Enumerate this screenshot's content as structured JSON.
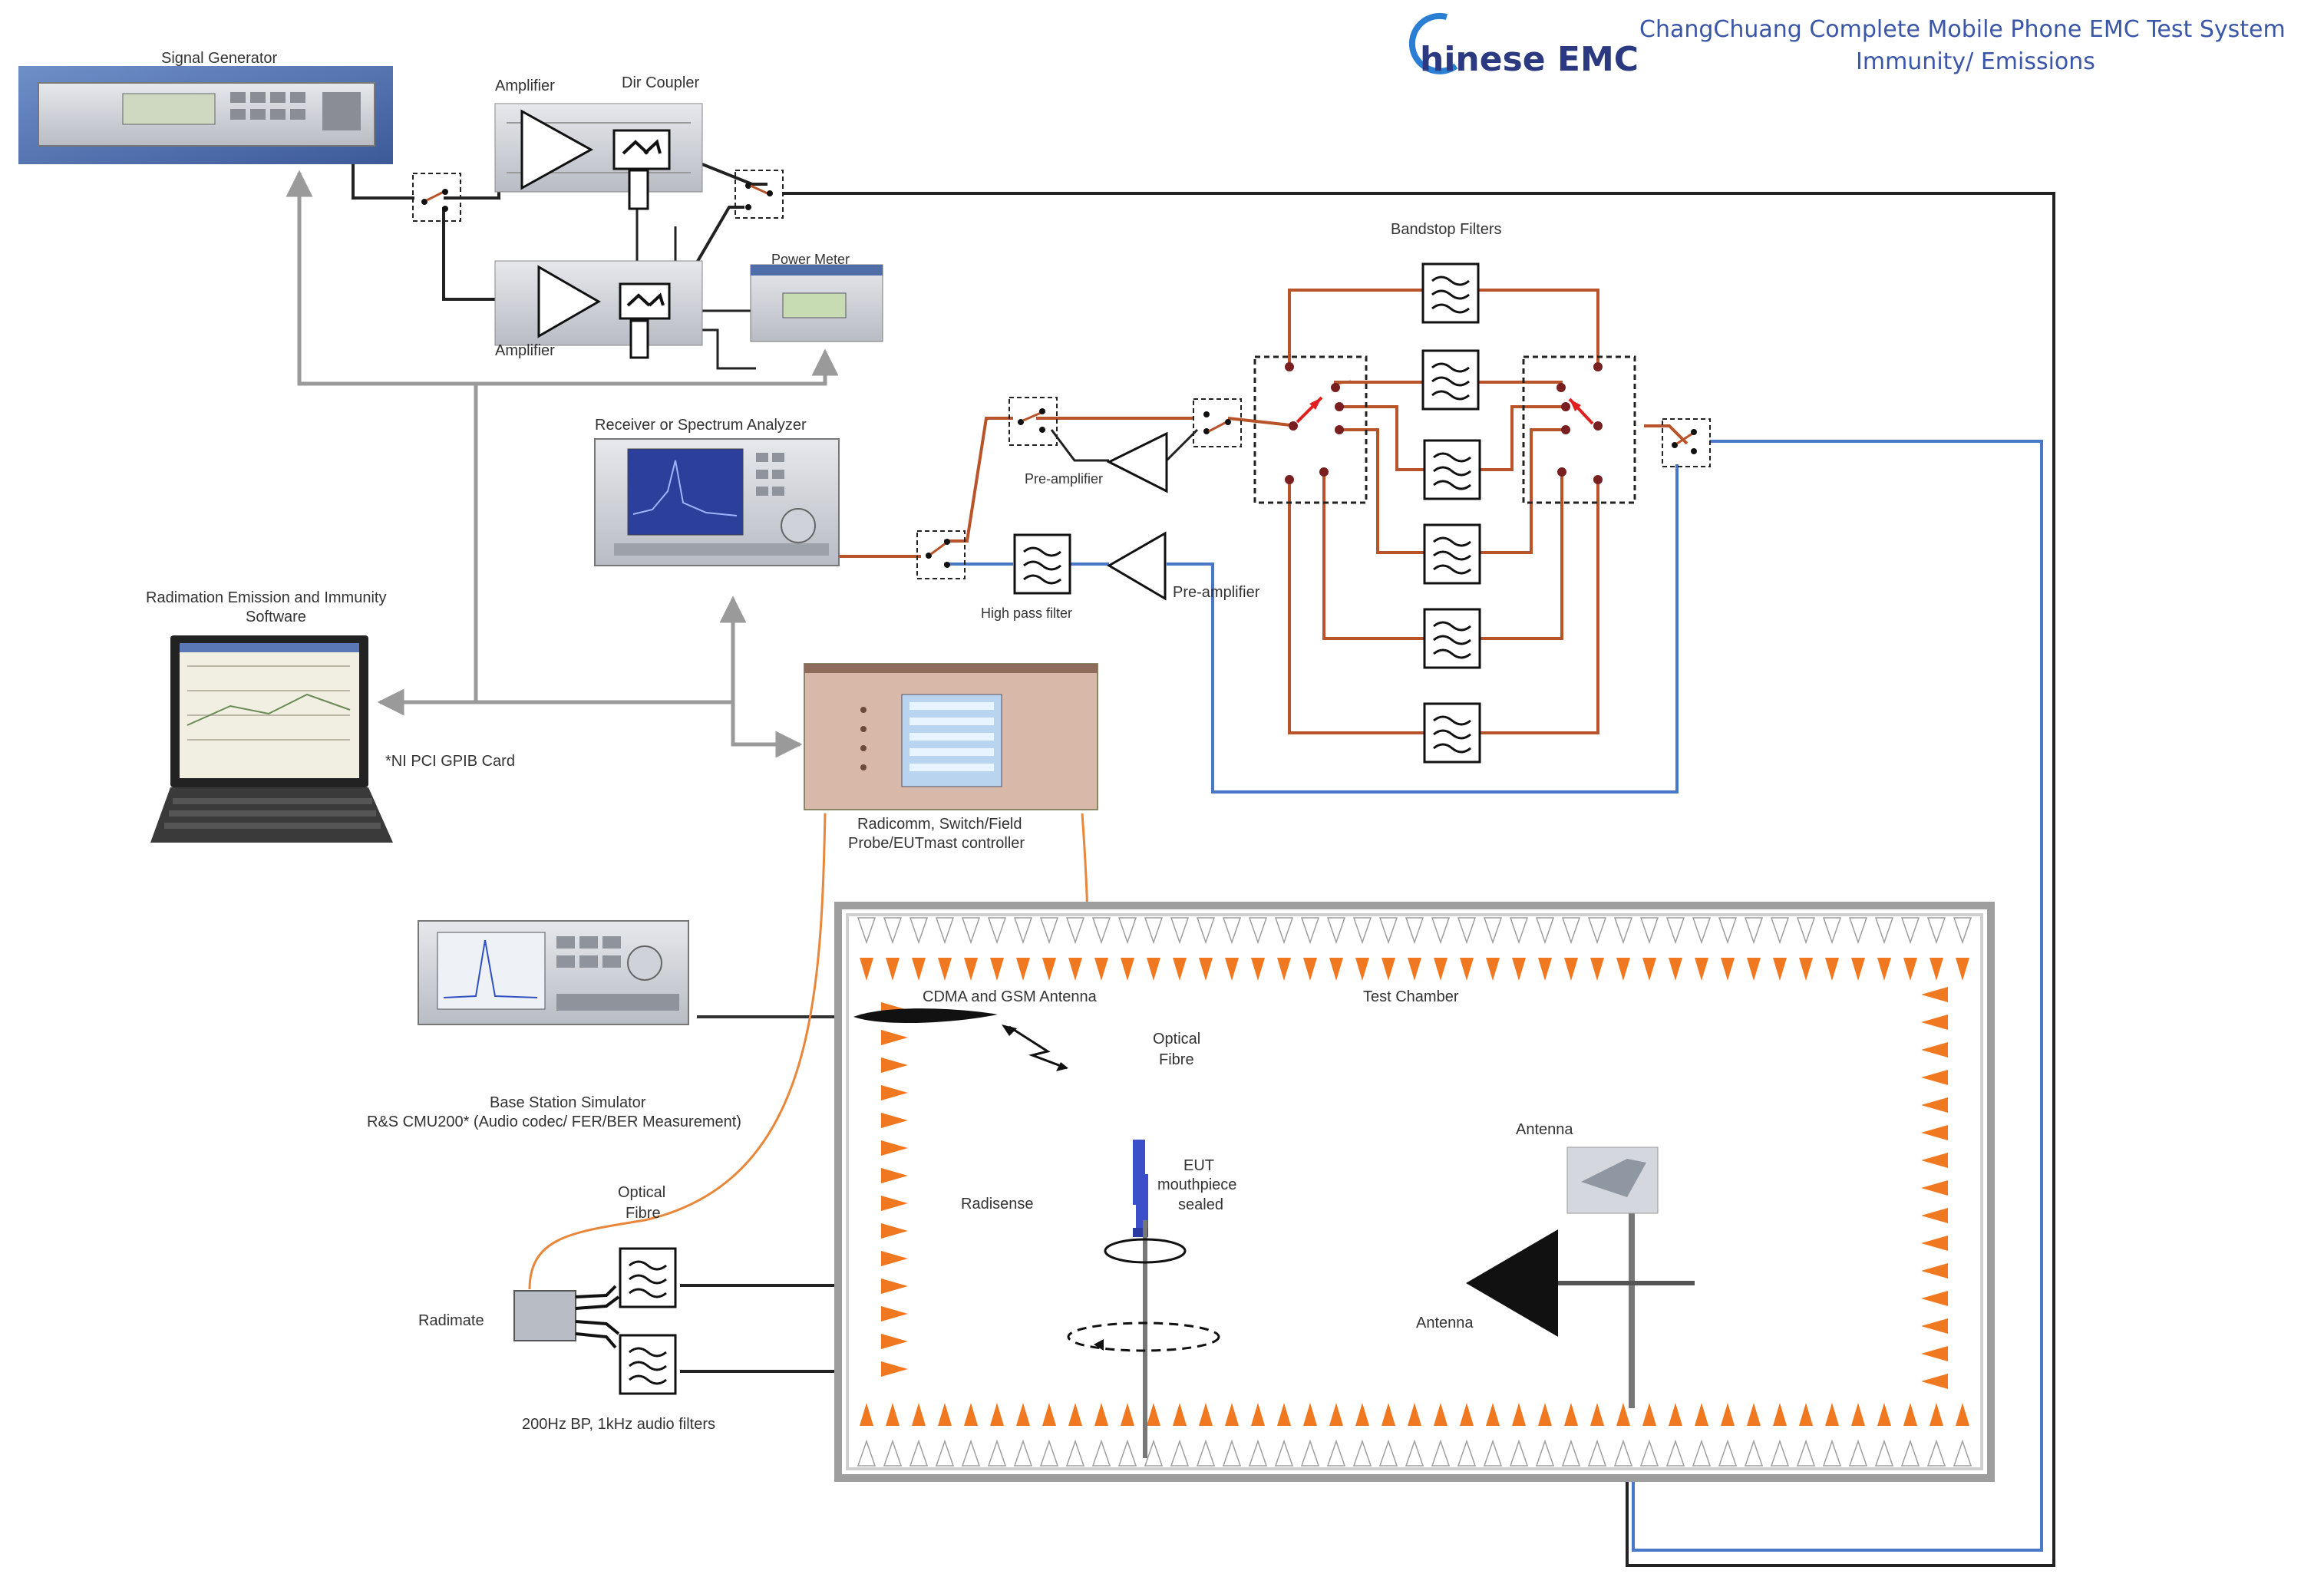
{
  "header": {
    "logo_text": "hinese EMC",
    "title_line1": "ChangChuang Complete Mobile Phone EMC Test System",
    "title_line2": "Immunity/ Emissions"
  },
  "labels": {
    "signal_generator": "Signal Generator",
    "amplifier_top": "Amplifier",
    "dir_coupler": "Dir Coupler",
    "amplifier_bottom": "Amplifier",
    "power_meter": "Power Meter",
    "bandstop_filters": "Bandstop Filters",
    "receiver": "Receiver or Spectrum Analyzer",
    "pre_amplifier_1": "Pre-amplifier",
    "pre_amplifier_2": "Pre-amplifier",
    "high_pass_filter": "High pass filter",
    "software_line1": "Radimation Emission and Immunity",
    "software_line2": "Software",
    "gpib_card": "*NI PCI GPIB Card",
    "controller_line1": "Radicomm, Switch/Field",
    "controller_line2": "Probe/EUTmast controller",
    "test_chamber": "Test Chamber",
    "cdma_gsm_antenna": "CDMA and GSM Antenna",
    "optical_fibre_chamber_1": "Optical",
    "optical_fibre_chamber_2": "Fibre",
    "base_station_line1": "Base Station Simulator",
    "base_station_line2": "R&S CMU200* (Audio codec/ FER/BER Measurement)",
    "optical_fibre_left_1": "Optical",
    "optical_fibre_left_2": "Fibre",
    "radimate": "Radimate",
    "radisense": "Radisense",
    "eut_line1": "EUT",
    "eut_line2": "mouthpiece",
    "eut_line3": "sealed",
    "antenna_upper": "Antenna",
    "antenna_lower": "Antenna",
    "audio_filters": "200Hz BP, 1kHz audio filters"
  },
  "colors": {
    "rf_line": "#b8532a",
    "blue_line": "#4a78c8",
    "gray_arrow": "#9a9a9a",
    "fibre": "#e8863a",
    "absorber": "#f07820",
    "chamber_wall": "#9e9e9e",
    "switch_red": "#e02020",
    "title_blue": "#3a56a8"
  },
  "icons": {
    "bandstop_filter": "filter-symbol-icon",
    "switch": "rf-switch-icon",
    "amplifier": "amplifier-triangle-icon",
    "lightning": "wireless-link-icon",
    "rotation": "turntable-rotation-icon"
  }
}
